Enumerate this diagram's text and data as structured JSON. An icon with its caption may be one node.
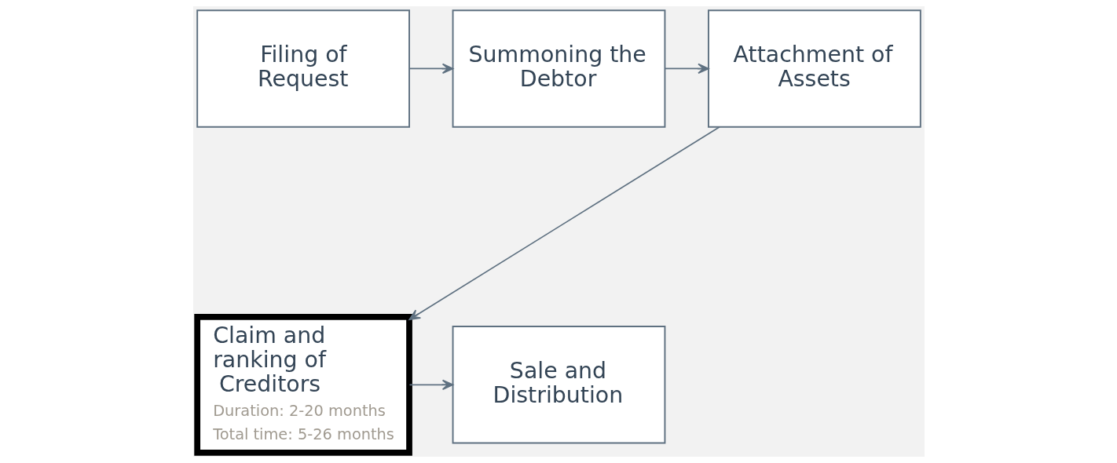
{
  "diagram": {
    "nodes": [
      {
        "text": [
          "Filing of Request"
        ]
      },
      {
        "text": [
          "Summoning the Debtor"
        ]
      },
      {
        "text": [
          "Attachment of Assets"
        ]
      },
      {
        "text": [
          "Claim and ranking of Creditors",
          "Duration: 2-20 months",
          "Total time: 5-26 months"
        ]
      },
      {
        "text": [
          "Sale and Distribution"
        ]
      }
    ],
    "edges": [
      {
        "from": 0,
        "to": 1,
        "arrow": "to"
      },
      {
        "from": 1,
        "to": 2,
        "arrow": "to"
      },
      {
        "from": 2,
        "to": 3,
        "arrow": "to"
      },
      {
        "from": 3,
        "to": 4,
        "arrow": "to"
      }
    ]
  }
}
